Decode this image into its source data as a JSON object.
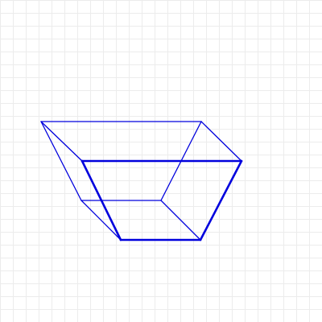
{
  "canvas": {
    "background": "#ffffff"
  },
  "grid": {
    "visible": true,
    "color": "#ececec"
  },
  "frustum": {
    "color": "#0000dd",
    "description_visible": false,
    "edges": [
      {
        "id": "back-top",
        "kind": "thin"
      },
      {
        "id": "back-left",
        "kind": "thin"
      },
      {
        "id": "back-right",
        "kind": "thin"
      },
      {
        "id": "back-bottom",
        "kind": "thin"
      },
      {
        "id": "left-upper",
        "kind": "thin"
      },
      {
        "id": "right-upper",
        "kind": "thin"
      },
      {
        "id": "left-lower",
        "kind": "thin"
      },
      {
        "id": "right-lower",
        "kind": "thin"
      },
      {
        "id": "front-top",
        "kind": "bold"
      },
      {
        "id": "front-left",
        "kind": "bold"
      },
      {
        "id": "front-right",
        "kind": "bold"
      },
      {
        "id": "front-bottom",
        "kind": "bold"
      }
    ]
  }
}
